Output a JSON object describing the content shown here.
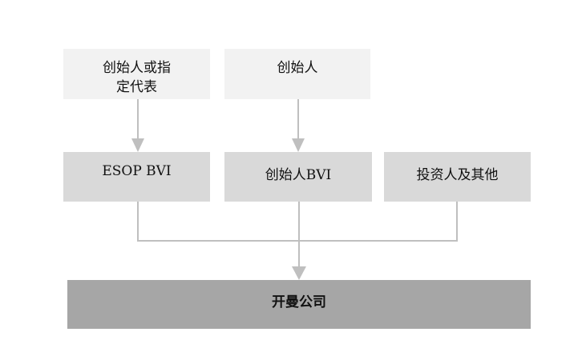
{
  "diagram": {
    "top_row": [
      {
        "id": "founder-or-rep",
        "label": "创始人或指定代表"
      },
      {
        "id": "founder",
        "label": "创始人"
      }
    ],
    "middle_row": [
      {
        "id": "esop-bvi",
        "label": "ESOP BVI"
      },
      {
        "id": "founder-bvi",
        "label": "创始人BVI"
      },
      {
        "id": "investors",
        "label": "投资人及其他"
      }
    ],
    "bottom": {
      "id": "company",
      "label": "开曼公司"
    },
    "colors": {
      "top_fill": "#f2f2f2",
      "middle_fill": "#d9d9d9",
      "bottom_fill": "#a6a6a6",
      "connector": "#bfbfbf"
    }
  }
}
